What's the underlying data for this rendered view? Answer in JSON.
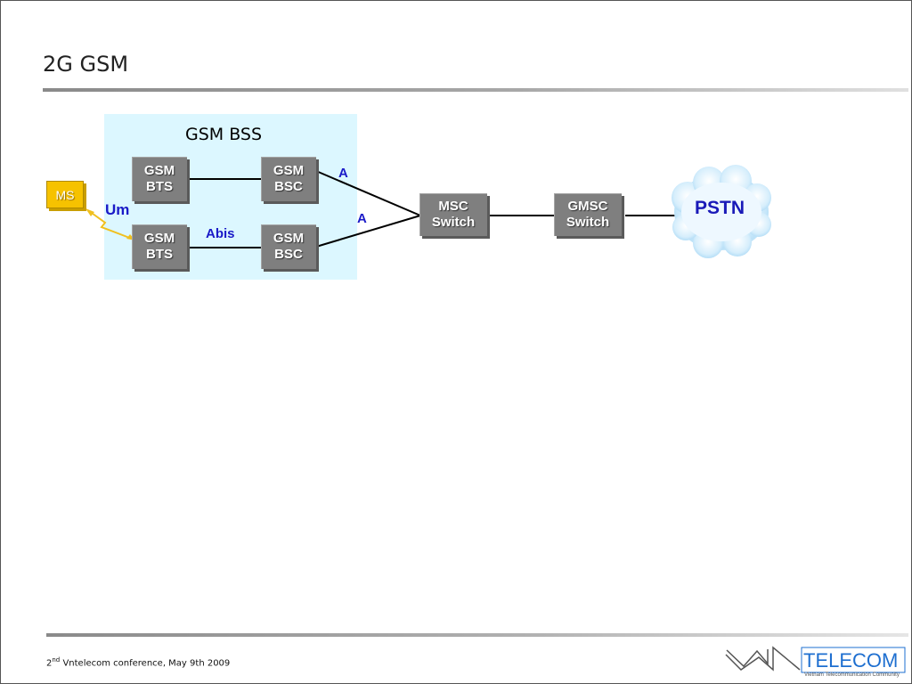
{
  "slide": {
    "title": "2G GSM",
    "footer": {
      "ordinal": "2",
      "ordinal_suffix": "nd",
      "text": " Vntelecom conference, May 9th 2009"
    }
  },
  "diagram": {
    "bss_label": "GSM BSS",
    "nodes": {
      "ms": "MS",
      "bts1": {
        "line1": "GSM",
        "line2": "BTS"
      },
      "bsc1": {
        "line1": "GSM",
        "line2": "BSC"
      },
      "bts2": {
        "line1": "GSM",
        "line2": "BTS"
      },
      "bsc2": {
        "line1": "GSM",
        "line2": "BSC"
      },
      "msc": {
        "line1": "MSC",
        "line2": "Switch"
      },
      "gmsc": {
        "line1": "GMSC",
        "line2": "Switch"
      },
      "pstn": "PSTN"
    },
    "interfaces": {
      "um": "Um",
      "abis": "Abis",
      "a_top": "A",
      "a_bottom": "A"
    },
    "colors": {
      "bss_background": "#dcf7ff",
      "node": "#7f7f7f",
      "ms": "#f6c200",
      "interface_label": "#1a1ac8",
      "radio_link": "#f0c020"
    }
  },
  "logo": {
    "name": "TELECOM",
    "tagline": "Vietnam Telecommunication Community"
  }
}
